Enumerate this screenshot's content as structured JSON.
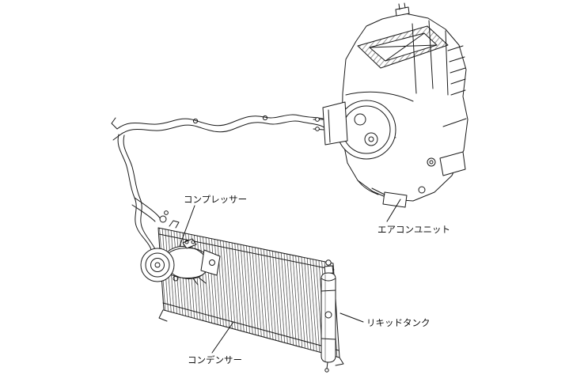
{
  "diagram": {
    "labels": {
      "compressor": "コンプレッサー",
      "ac_unit": "エアコンユニット",
      "liquid_tank": "リキッドタンク",
      "condenser": "コンデンサー"
    },
    "colors": {
      "line": "#1a1a1a",
      "background": "#ffffff"
    }
  }
}
